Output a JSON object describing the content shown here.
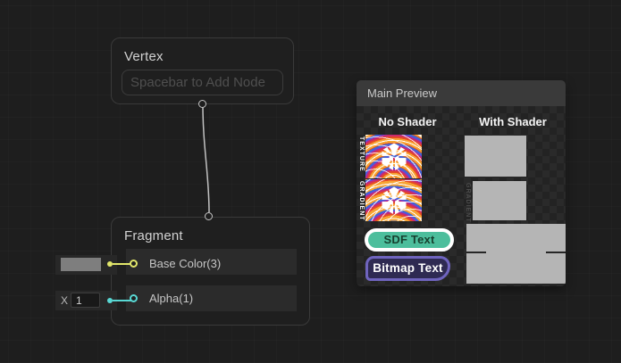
{
  "graph": {
    "vertex": {
      "title": "Vertex",
      "add_hint": "Spacebar to Add Node"
    },
    "fragment": {
      "title": "Fragment",
      "base_color_label": "Base Color(3)",
      "alpha_label": "Alpha(1)"
    },
    "alpha_widget": {
      "axis": "X",
      "value": "1"
    },
    "colors": {
      "vector3_port": "#E2E76B",
      "float_port": "#59D8D4",
      "edge": "#C2C2C2",
      "node_background": "#1F1F1F",
      "canvas_background": "#1E1E1E"
    }
  },
  "preview": {
    "title": "Main Preview",
    "columns": {
      "left": "No Shader",
      "right": "With Shader"
    },
    "rows": [
      {
        "label": "TEXTURE"
      },
      {
        "label": "GRADIENT",
        "shader_label": "GRADIENT"
      },
      {
        "text": "SDF Text"
      },
      {
        "text": "Bitmap Text"
      }
    ],
    "colors": {
      "sdf_pill": "#4CBE9C",
      "bitmap_pill_bg": "#2E2A52",
      "bitmap_pill_border": "#6F64BE",
      "preview_gray": "#B5B5B5",
      "header_bg": "#3A3A3A"
    }
  }
}
